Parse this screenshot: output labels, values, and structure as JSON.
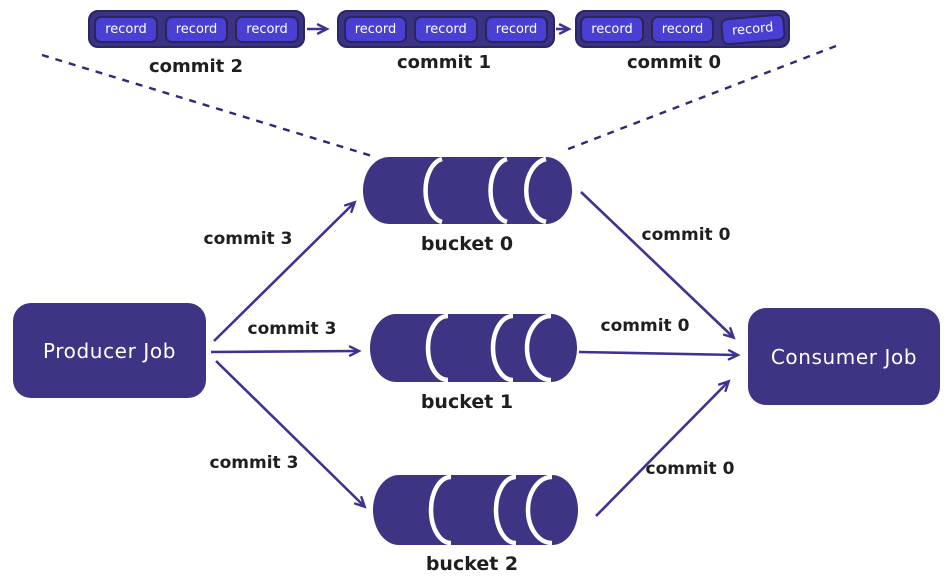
{
  "diagram_title": "producer consumer bucket commit diagram",
  "colors": {
    "background": "#ffffff",
    "shape_fill": "#3d3484",
    "record_chip_fill": "#4a3fd3",
    "record_chip_border": "#2a2461",
    "record_group_fill": "#3b3283",
    "arrow": "#3d3392",
    "dashed_line": "#2d2a75",
    "label_text": "#1f1f1f",
    "text_on_shape": "#ffffff"
  },
  "top_groups": [
    {
      "label": "commit 2",
      "records": [
        "record",
        "record",
        "record"
      ]
    },
    {
      "label": "commit 1",
      "records": [
        "record",
        "record",
        "record"
      ]
    },
    {
      "label": "commit 0",
      "records": [
        "record",
        "record",
        "record"
      ]
    }
  ],
  "nodes": {
    "producer": {
      "label": "Producer Job"
    },
    "consumer": {
      "label": "Consumer Job"
    },
    "buckets": [
      {
        "label": "bucket 0"
      },
      {
        "label": "bucket 1"
      },
      {
        "label": "bucket 2"
      }
    ]
  },
  "edges": {
    "producer_to_buckets": [
      {
        "label": "commit 3"
      },
      {
        "label": "commit 3"
      },
      {
        "label": "commit 3"
      }
    ],
    "buckets_to_consumer": [
      {
        "label": "commit 0"
      },
      {
        "label": "commit 0"
      },
      {
        "label": "commit 0"
      }
    ]
  }
}
